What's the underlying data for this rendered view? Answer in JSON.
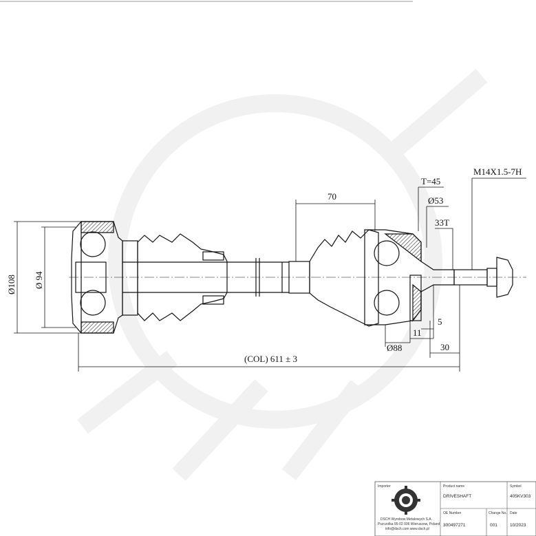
{
  "dimensions": {
    "length": "(COL) 611 ± 3",
    "dia_108": "Ø108",
    "dia_94": "Ø 94",
    "len_70": "70",
    "torx": "T=45",
    "dia_53": "Ø53",
    "spline": "33T",
    "thread": "M14X1.5-7H",
    "len_5": "5",
    "len_11": "11",
    "len_30": "30",
    "dia_88": "Ø88"
  },
  "title_block": {
    "importer_label": "Importer",
    "product_name_label": "Product name",
    "product_name": "DRIVESHAFT",
    "symbol_label": "Symbol",
    "symbol": "405KV303",
    "oe_number_label": "OE Number",
    "oe_number": "300497271",
    "change_no_label": "Change No.",
    "change_no": "001",
    "date_label": "Date",
    "date": "10/2023",
    "company_lines": [
      "DSCH Wyrobow Metalowych S.A.",
      "Pszczolka 95-02 006 Wieruszow, Poland",
      "info@dsch.com www.dsch.pl"
    ]
  }
}
